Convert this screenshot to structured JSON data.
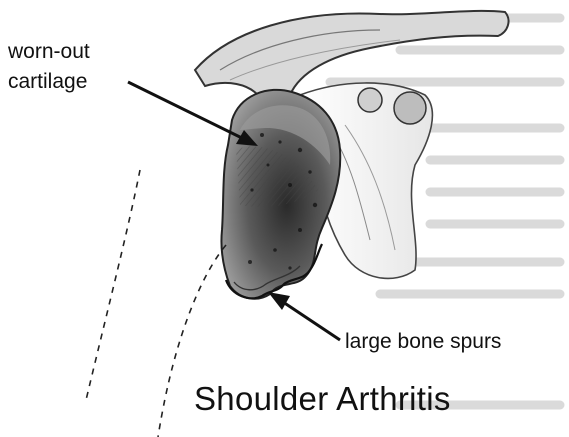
{
  "labels": {
    "worn_out_line1": "worn-out",
    "worn_out_line2": "cartilage",
    "bone_spurs": "large bone spurs"
  },
  "title": "Shoulder Arthritis",
  "colors": {
    "ink": "#111111",
    "shading": "#5a5a5a",
    "background_text": "#b8b8b8"
  },
  "icons": {
    "shoulder_illustration": "shoulder-joint-illustration"
  }
}
